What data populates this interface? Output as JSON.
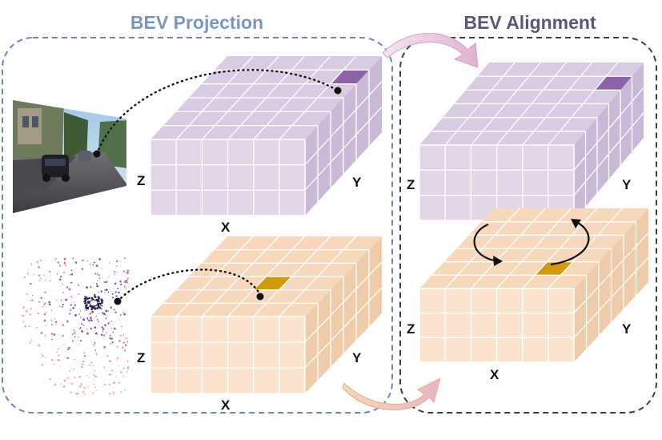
{
  "panels": {
    "projection": {
      "title": "BEV Projection"
    },
    "alignment": {
      "title": "BEV Alignment"
    }
  },
  "axes": {
    "x": "X",
    "y": "Y",
    "z": "Z"
  },
  "colors": {
    "title_projection": "#7b96bf",
    "title_alignment": "#5d5577",
    "panel_border_projection": "#6f86b5",
    "panel_border_alignment": "#3e3a5a",
    "camera_front": "#e2d6e8",
    "camera_top": "#d9cbe2",
    "camera_side": "#c9b9d6",
    "camera_highlight": "#8c64a6",
    "lidar_front": "#fbe3cd",
    "lidar_top": "#f6d8bc",
    "lidar_side": "#efcca9",
    "lidar_highlight": "#d19a0c",
    "arrow_pink": "#e5bfd9",
    "arrow_orange": "#f2c69f"
  },
  "icons": {
    "camera_image": "street-camera-image",
    "point_cloud": "lidar-point-cloud-image"
  }
}
